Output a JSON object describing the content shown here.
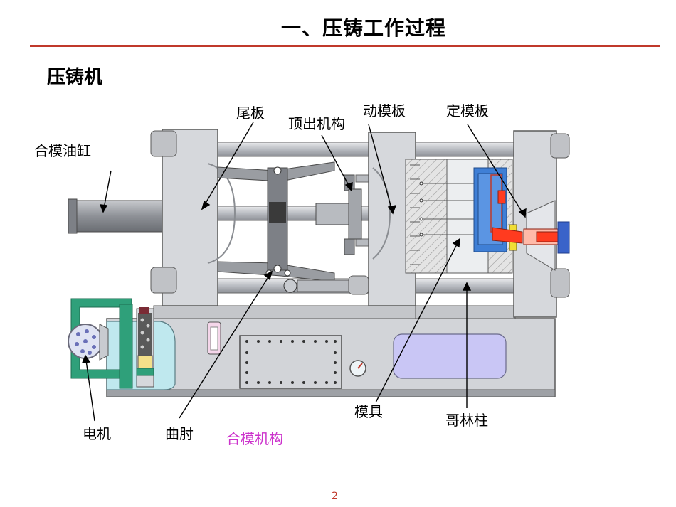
{
  "slide": {
    "title": "一、压铸工作过程",
    "subtitle": "压铸机",
    "page_number": "2"
  },
  "labels": {
    "clamp_cylinder": "合模油缸",
    "tail_plate": "尾板",
    "ejector": "顶出机构",
    "moving_platen": "动模板",
    "fixed_platen": "定模板",
    "die": "模具",
    "tie_bar": "哥林柱",
    "motor": "电机",
    "toggle": "曲肘",
    "clamp_mechanism": "合模机构"
  },
  "colors": {
    "title_rule": "#c0392b",
    "machine_gray": "#d6d8dc",
    "machine_outline": "#5a5a5a",
    "mold_blue": "#3f7fd6",
    "ejector_orange": "#e48a1f",
    "molten_metal": "#ff3b1f",
    "pipe_green": "#2fa07a",
    "tank_light": "#bfe8ee",
    "window_lavender": "#c9c6f5",
    "highlight_label": "#cc33cc"
  }
}
